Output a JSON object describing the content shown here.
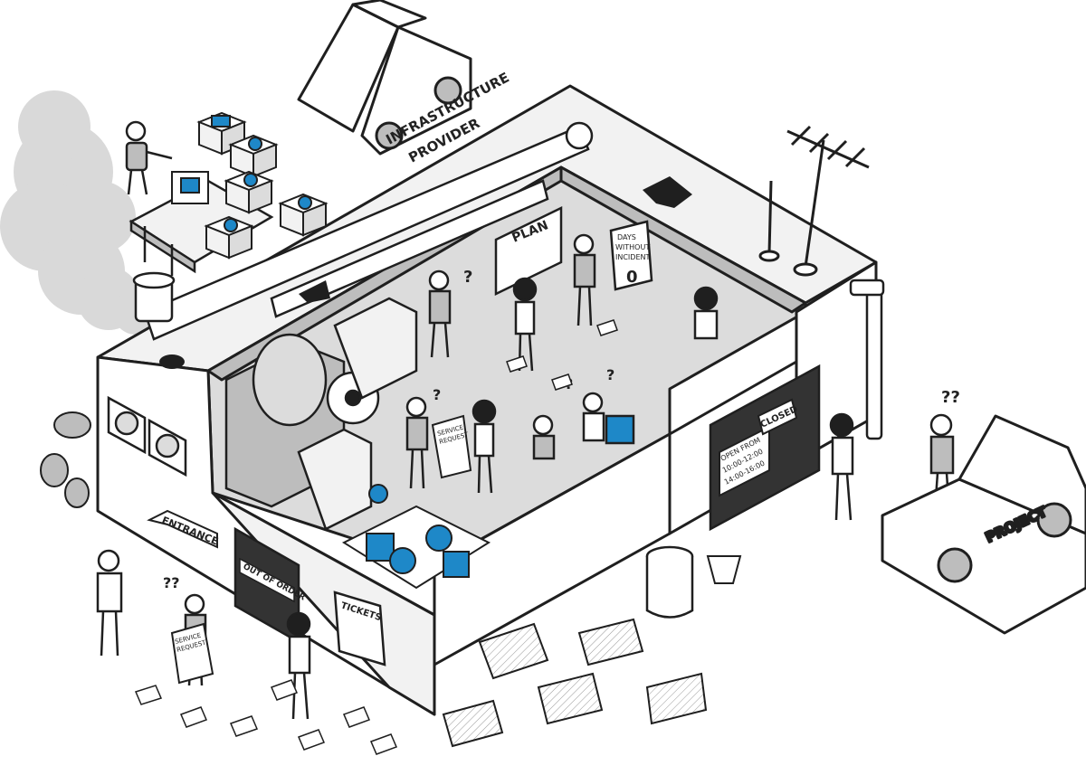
{
  "colors": {
    "ink": "#1f1f1f",
    "wall": "#f2f2f2",
    "floor": "#dcdcdc",
    "shade": "#bdbdbd",
    "accent": "#1e88c8",
    "smoke": "#d9d9d9"
  },
  "signs": {
    "infrastructure_provider_line1": "INFRASTRUCTURE",
    "infrastructure_provider_line2": "PROVIDER",
    "plan": "PLAN",
    "days_line1": "DAYS",
    "days_line2": "WITHOUT",
    "days_line3": "INCIDENT",
    "days_count": "0",
    "closed": "CLOSED",
    "open_from": "OPEN FROM",
    "hours_1": "10:00-12:00",
    "hours_2": "14:00-16:00",
    "entrance": "ENTRANCE",
    "out_of_order": "OUT OF ORDER",
    "tickets": "TICKETS",
    "project": "PROJECT",
    "service_request_line1": "SERVICE",
    "service_request_line2": "REQUEST",
    "question": "?",
    "double_question": "??"
  },
  "icons": [
    "monitor-icon",
    "globe-icon",
    "network-hub-icon",
    "chip-icon",
    "database-icon",
    "rocket-icon",
    "snowflake-icon"
  ]
}
